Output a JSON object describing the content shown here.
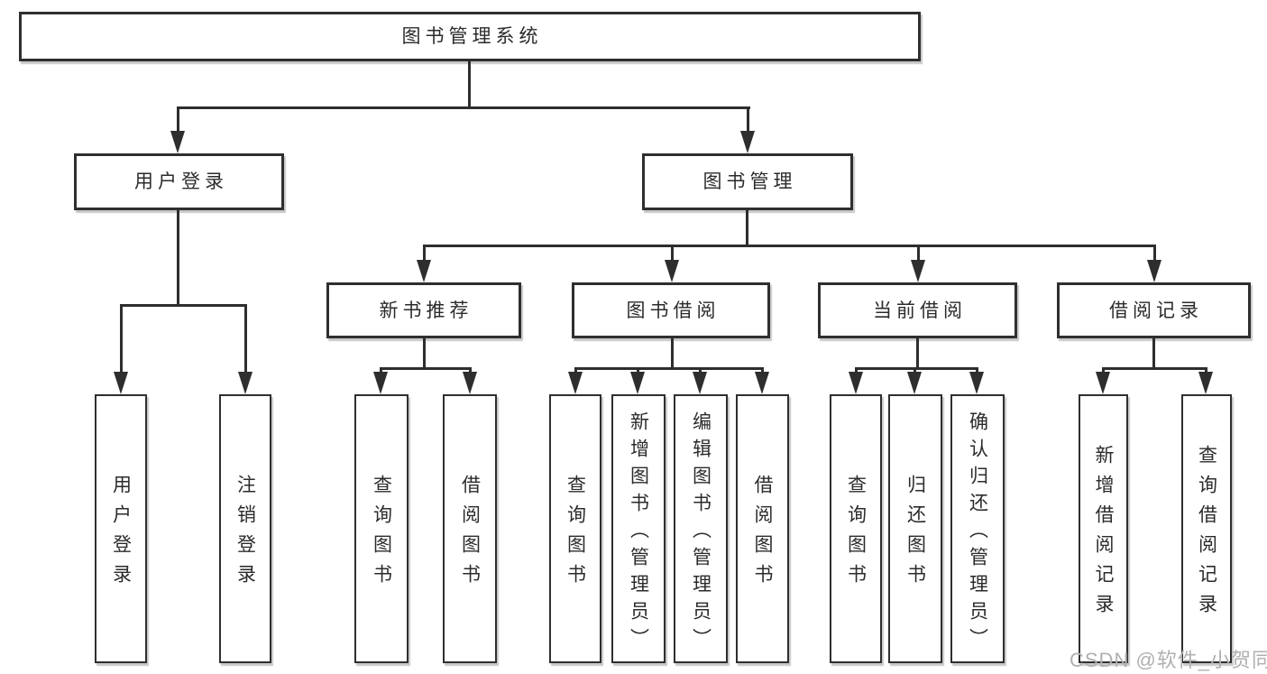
{
  "tree": {
    "label": "图书管理系统",
    "children": [
      {
        "label": "用户登录",
        "children": [
          {
            "label": "用户登录"
          },
          {
            "label": "注销登录"
          }
        ]
      },
      {
        "label": "图书管理",
        "children": [
          {
            "label": "新书推荐",
            "children": [
              {
                "label": "查询图书"
              },
              {
                "label": "借阅图书"
              }
            ]
          },
          {
            "label": "图书借阅",
            "children": [
              {
                "label": "查询图书"
              },
              {
                "label": "新增图书（管理员）"
              },
              {
                "label": "编辑图书（管理员）"
              },
              {
                "label": "借阅图书"
              }
            ]
          },
          {
            "label": "当前借阅",
            "children": [
              {
                "label": "查询图书"
              },
              {
                "label": "归还图书"
              },
              {
                "label": "确认归还（管理员）"
              }
            ]
          },
          {
            "label": "借阅记录",
            "children": [
              {
                "label": "新增借阅记录"
              },
              {
                "label": "查询借阅记录"
              }
            ]
          }
        ]
      }
    ]
  },
  "watermark": {
    "text": "CSDN @软件_小贺同学"
  },
  "colors": {
    "line": "#2e2e2e",
    "border": "#2f2f2f",
    "fill": "#ffffff",
    "text": "#2b2b2b",
    "watermark": "#b0b0b0"
  }
}
